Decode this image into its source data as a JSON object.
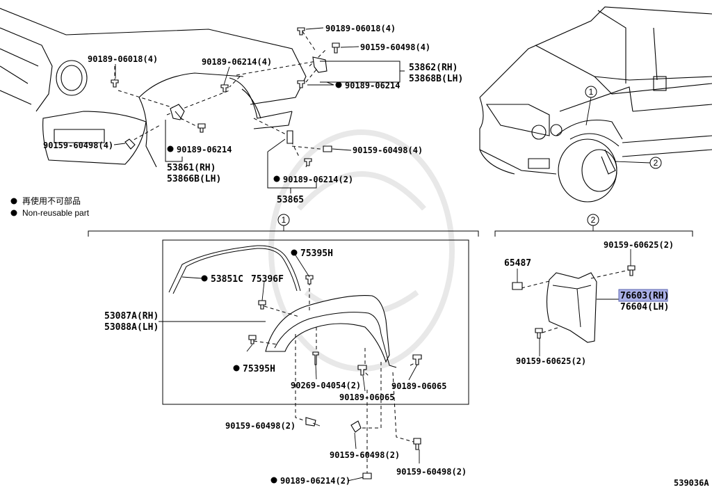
{
  "diagram_id": "539036A",
  "legend": {
    "items": [
      {
        "symbol": "●",
        "text": "再使用不可部品"
      },
      {
        "symbol": "●",
        "text": "Non-reusable part"
      }
    ]
  },
  "callouts": {
    "c1": "1",
    "c2": "2"
  },
  "labels": {
    "p90189_06018_top": "90189-06018(4)",
    "p90159_60498_top": "90159-60498(4)",
    "p53862": "53862(RH)",
    "p53868b": "53868B(LH)",
    "p90189_06214_nr_top": "90189-06214",
    "p90189_06018_left": "90189-06018(4)",
    "p90189_06214_4": "90189-06214(4)",
    "p90159_60498_left": "90159-60498(4)",
    "p90189_06214_nr_left": "90189-06214",
    "p53861": "53861(RH)",
    "p53866b": "53866B(LH)",
    "p90159_60498_mid": "90159-60498(4)",
    "p90189_06214_2_nr": "90189-06214(2)",
    "p53865": "53865",
    "p75395h_top": "75395H",
    "p53851c": "53851C",
    "p75396f": "75396F",
    "p53087a": "53087A(RH)",
    "p53088a": "53088A(LH)",
    "p75395h_bottom": "75395H",
    "p90269_04054": "90269-04054(2)",
    "p90189_06065_a": "90189-06065",
    "p90189_06065_b": "90189-06065",
    "p90159_60498_2a": "90159-60498(2)",
    "p90159_60498_2b": "90159-60498(2)",
    "p90159_60498_2c": "90159-60498(2)",
    "p90189_06214_2_bottom": "90189-06214(2)",
    "p65487": "65487",
    "p90159_60625_top": "90159-60625(2)",
    "p76603": "76603(RH)",
    "p76604": "76604(LH)",
    "p90159_60625_bottom": "90159-60625(2)"
  },
  "highlight_color": "#aab0e6"
}
